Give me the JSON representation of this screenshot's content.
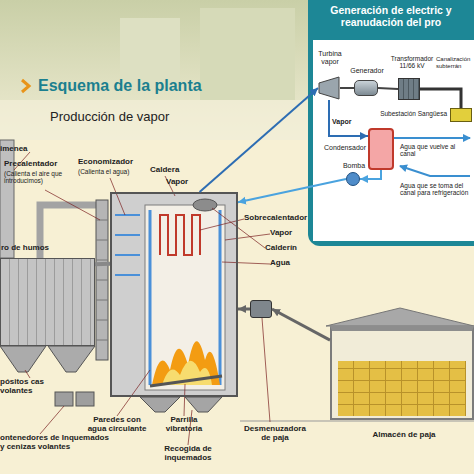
{
  "diagram": {
    "title": "Esquema de la planta",
    "nodes": [
      {
        "text": [
          "Generación de electric y reanudación del pro"
        ]
      },
      {
        "text": [
          "Turbina vapor"
        ],
        "in": 0
      },
      {
        "text": [
          "Generador"
        ],
        "in": 0
      },
      {
        "text": [
          "Transformador 11/66 kV"
        ],
        "in": 0
      },
      {
        "text": [
          "Subestación Sangüesa"
        ],
        "in": 0
      },
      {
        "text": [
          "Condensador"
        ],
        "in": 0
      },
      {
        "text": [
          "Bomba"
        ],
        "in": 0
      },
      {
        "text": [
          "ro de humos"
        ]
      },
      {
        "text": [
          "Caldera"
        ]
      },
      {
        "text": [
          "Desmenuzadora de paja"
        ]
      },
      {
        "text": [
          "Almacén de paja"
        ]
      }
    ],
    "edges": [
      {
        "from": 8,
        "to": 1,
        "arrow": "to"
      },
      {
        "from": 6,
        "to": 8,
        "arrow": "to"
      },
      {
        "from": 1,
        "to": 2,
        "arrow": "none"
      },
      {
        "from": 2,
        "to": 3,
        "arrow": "none"
      },
      {
        "from": 3,
        "to": 4,
        "label": "Canalización subterrán",
        "arrow": "none"
      },
      {
        "from": 1,
        "to": 5,
        "label": "Vapor",
        "arrow": "to"
      },
      {
        "from": 5,
        "to": 6,
        "arrow": "to"
      },
      {
        "from": 10,
        "to": 9,
        "arrow": "to"
      },
      {
        "from": 9,
        "to": 8,
        "arrow": "to"
      },
      {
        "from": 8,
        "to": 7,
        "arrow": "none"
      }
    ],
    "labels": [
      "Producción de vapor",
      "imenea",
      "Precalentador",
      "(Calienta el aire que introducimos)",
      "Economizador",
      "(Calienta el agua)",
      "Vapor",
      "Sobrecalentador",
      "Vapor",
      "Calderín",
      "Agua",
      "Agua que vuelve al canal",
      "Agua que se toma del canal para refrigeración",
      "pósitos cas volantes",
      "ontenedores de Inquemados y cenizas volantes",
      "Paredes con agua circulante",
      "Parrilla vibratoria",
      "Recogida de inquemados"
    ]
  }
}
